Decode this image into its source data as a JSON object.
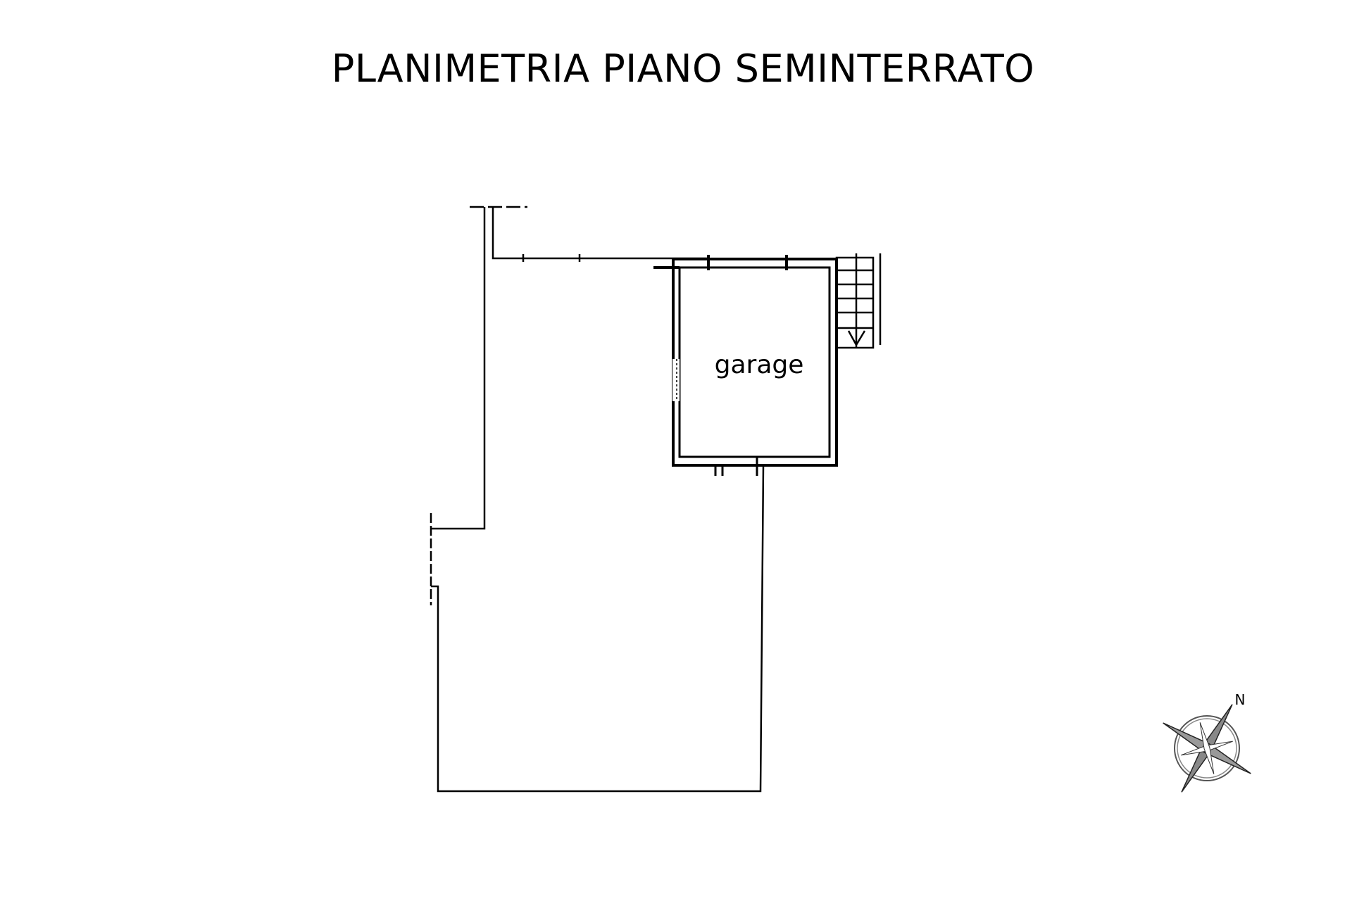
{
  "title": "PLANIMETRIA PIANO SEMINTERRATO",
  "rooms": [
    {
      "label": "garage"
    }
  ],
  "compass": {
    "label": "N",
    "icon": "compass-rose-icon"
  }
}
